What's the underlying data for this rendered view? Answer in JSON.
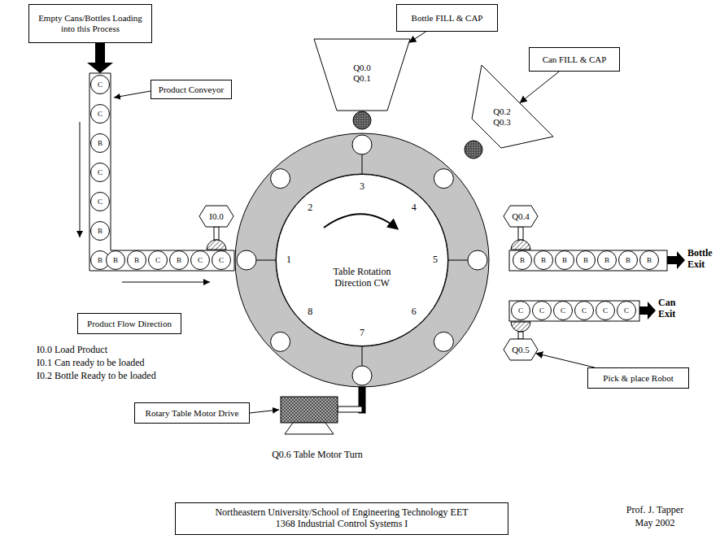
{
  "diagram": {
    "nodes": [
      {
        "text": [
          "Empty Cans/Bottles Loading into this Process"
        ]
      },
      {
        "text": [
          "Bottle FILL & CAP"
        ]
      },
      {
        "text": [
          "Q0.0 Q0.1"
        ]
      },
      {
        "text": [
          "Can FILL & CAP"
        ]
      },
      {
        "text": [
          "Q0.2 Q0.3"
        ]
      },
      {
        "text": [
          "Product Conveyor"
        ]
      },
      {
        "text": [
          "I0.0"
        ]
      },
      {
        "text": [
          "Q0.4"
        ]
      },
      {
        "text": [
          "Table Rotation Direction CW"
        ]
      },
      {
        "text": [
          "Product Flow Direction"
        ]
      },
      {
        "text": [
          "Q0.5"
        ]
      },
      {
        "text": [
          "Pick & place Robot"
        ]
      },
      {
        "text": [
          "Rotary Table Motor Drive"
        ]
      },
      {
        "text": [
          "Northeastern University/School of Engineering Technology EET 1368 Industrial Control Systems I"
        ]
      },
      {
        "text": [
          "C"
        ]
      },
      {
        "text": [
          "C"
        ]
      },
      {
        "text": [
          "B"
        ]
      },
      {
        "text": [
          "C"
        ]
      },
      {
        "text": [
          "C"
        ]
      },
      {
        "text": [
          "B"
        ]
      },
      {
        "text": [
          "B"
        ]
      },
      {
        "text": [
          "B"
        ]
      },
      {
        "text": [
          "B"
        ]
      },
      {
        "text": [
          "C"
        ]
      },
      {
        "text": [
          "B"
        ]
      },
      {
        "text": [
          "C"
        ]
      },
      {
        "text": [
          "C"
        ]
      },
      {
        "text": [
          "B"
        ]
      },
      {
        "text": [
          "B"
        ]
      },
      {
        "text": [
          "B"
        ]
      },
      {
        "text": [
          "B"
        ]
      },
      {
        "text": [
          "B"
        ]
      },
      {
        "text": [
          "B"
        ]
      },
      {
        "text": [
          "B"
        ]
      },
      {
        "text": [
          "C"
        ]
      },
      {
        "text": [
          "C"
        ]
      },
      {
        "text": [
          "C"
        ]
      },
      {
        "text": [
          "C"
        ]
      },
      {
        "text": [
          "C"
        ]
      },
      {
        "text": [
          "C"
        ]
      }
    ],
    "edges": [
      {
        "from": 1,
        "to": 2,
        "arrow": "to"
      },
      {
        "from": 3,
        "to": 4,
        "arrow": "to"
      },
      {
        "from": 11,
        "to": 10,
        "arrow": "to"
      }
    ],
    "labels": [
      "I0.0 Load Product",
      "I0.1 Can ready to be loaded",
      "I0.2 Bottle Ready to be loaded",
      "Q0.6 Table Motor Turn",
      "Prof. J. Tapper",
      "May 2002",
      "Bottle Exit",
      "Can Exit",
      "1",
      "2",
      "3",
      "4",
      "5",
      "6",
      "7",
      "8"
    ]
  }
}
